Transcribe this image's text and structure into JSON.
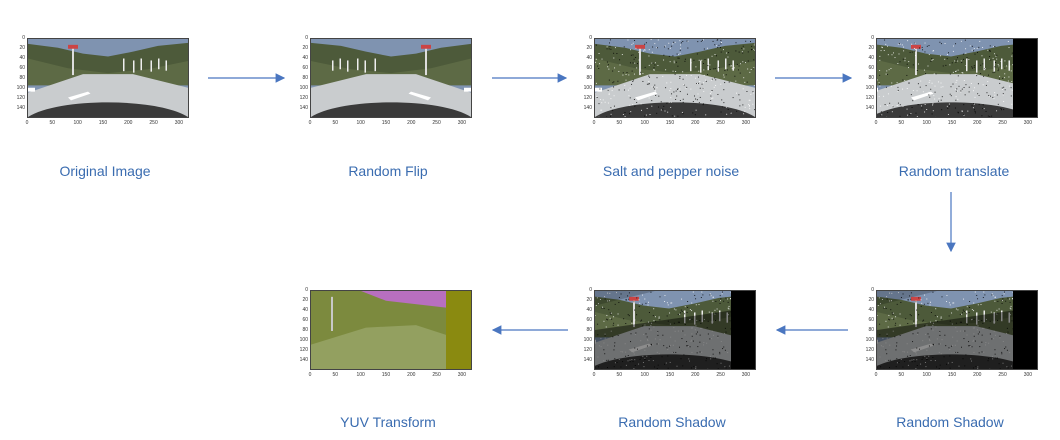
{
  "steps": [
    {
      "caption": "Original Image",
      "variant": "original"
    },
    {
      "caption": "Random Flip",
      "variant": "flip"
    },
    {
      "caption": "Salt and pepper noise",
      "variant": "noise"
    },
    {
      "caption": "Random translate",
      "variant": "translate"
    },
    {
      "caption": "Random Shadow",
      "variant": "shadow1"
    },
    {
      "caption": "Random Shadow",
      "variant": "shadow2"
    },
    {
      "caption": "YUV Transform",
      "variant": "yuv"
    }
  ],
  "axes": {
    "y_ticks": [
      "0",
      "20",
      "40",
      "60",
      "80",
      "100",
      "120",
      "140"
    ],
    "x_ticks": [
      "0",
      "50",
      "100",
      "150",
      "200",
      "250",
      "300"
    ]
  },
  "colors": {
    "caption": "#3a6cb0",
    "arrow": "#4a76c0"
  }
}
